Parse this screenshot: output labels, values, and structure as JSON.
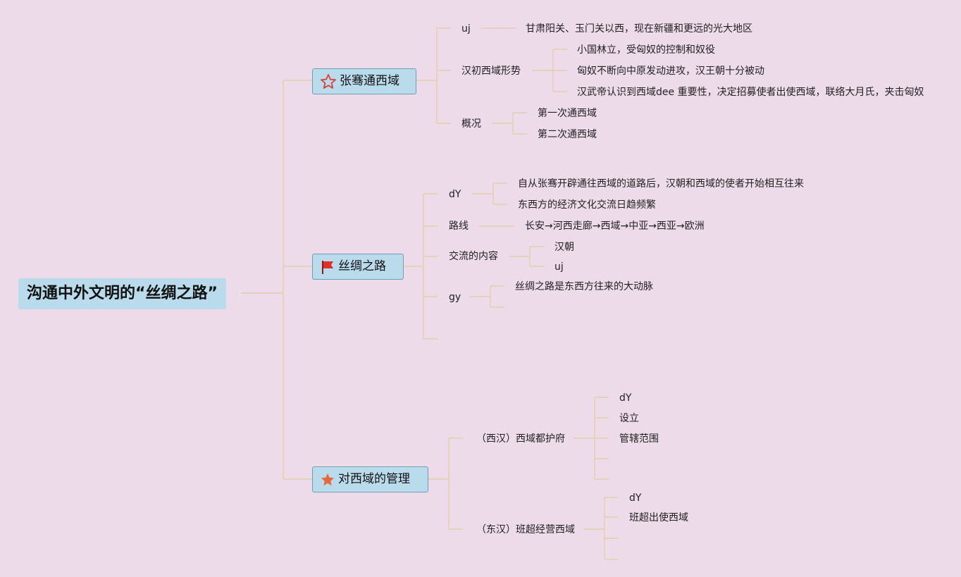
{
  "root": "沟通中外文明的“丝绸之路”",
  "branches": [
    {
      "label": "张骞通西域",
      "icon": "star-outline-icon",
      "icon_color": "#d9413a",
      "children": [
        {
          "label": "uj",
          "children": [
            {
              "label": "甘肃阳关、玉门关以西，现在新疆和更远的光大地区"
            }
          ]
        },
        {
          "label": "汉初西域形势",
          "children": [
            {
              "label": "小国林立，受匈奴的控制和奴役"
            },
            {
              "label": "匈奴不断向中原发动进攻，汉王朝十分被动"
            },
            {
              "label": "汉武帝认识到西域dee 重要性，决定招募使者出使西域，联络大月氏，夹击匈奴"
            }
          ]
        },
        {
          "label": "概况",
          "children": [
            {
              "label": "第一次通西域"
            },
            {
              "label": "第二次通西域"
            }
          ]
        }
      ]
    },
    {
      "label": "丝绸之路",
      "icon": "red-flag-icon",
      "icon_color": "#e0302a",
      "children": [
        {
          "label": "dY",
          "children": [
            {
              "label": "自从张骞开辟通往西域的道路后，汉朝和西域的使者开始相互往来"
            },
            {
              "label": "东西方的经济文化交流日趋频繁"
            }
          ]
        },
        {
          "label": "路线",
          "children": [
            {
              "label": "长安→河西走廊→西域→中亚→西亚→欧洲"
            }
          ]
        },
        {
          "label": "交流的内容",
          "children": [
            {
              "label": "汉朝"
            },
            {
              "label": "uj"
            }
          ]
        },
        {
          "label": "gy",
          "children": [
            {
              "label": "丝绸之路是东西方往来的大动脉"
            },
            {
              "label": ""
            }
          ]
        },
        {
          "label": ""
        }
      ]
    },
    {
      "label": "对西域的管理",
      "icon": "star-filled-icon",
      "icon_color": "#e8673a",
      "children": [
        {
          "label": "（西汉）西域都护府",
          "children": [
            {
              "label": "dY"
            },
            {
              "label": "设立"
            },
            {
              "label": "管辖范围"
            },
            {
              "label": ""
            },
            {
              "label": ""
            }
          ]
        },
        {
          "label": "（东汉）班超经营西域",
          "children": [
            {
              "label": "dY"
            },
            {
              "label": "班超出使西域"
            },
            {
              "label": ""
            },
            {
              "label": ""
            }
          ]
        }
      ]
    }
  ]
}
